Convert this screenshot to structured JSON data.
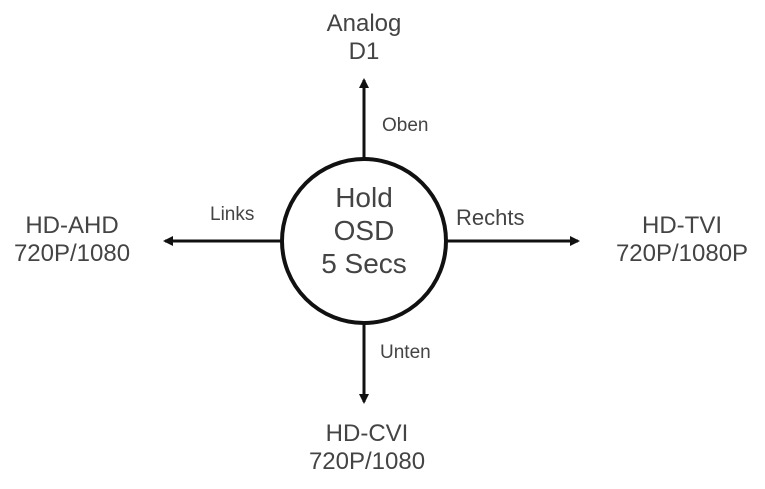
{
  "center": {
    "line1": "Hold",
    "line2": "OSD",
    "line3": "5 Secs"
  },
  "up": {
    "arrow_label": "Oben",
    "target_line1": "Analog",
    "target_line2": "D1"
  },
  "left": {
    "arrow_label": "Links",
    "target_line1": "HD-AHD",
    "target_line2": "720P/1080"
  },
  "right": {
    "arrow_label": "Rechts",
    "target_line1": "HD-TVI",
    "target_line2": "720P/1080P"
  },
  "down": {
    "arrow_label": "Unten",
    "target_line1": "HD-CVI",
    "target_line2": "720P/1080"
  },
  "colors": {
    "line": "#111111",
    "text": "#444444"
  }
}
